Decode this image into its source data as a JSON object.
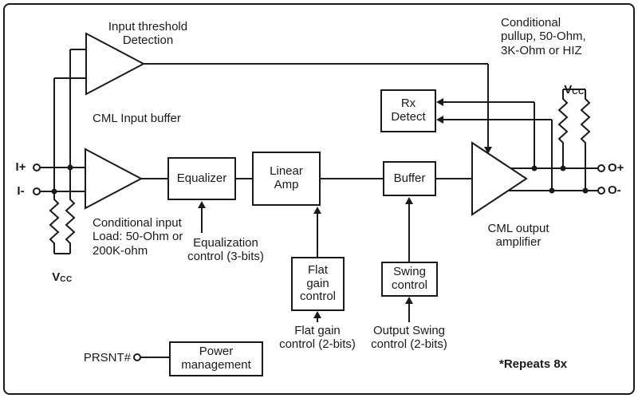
{
  "diagram": {
    "annotations": {
      "input_threshold": "Input threshold\nDetection",
      "cml_input_buffer": "CML Input buffer",
      "conditional_input_load": "Conditional input\nLoad: 50-Ohm or\n200K-ohm",
      "equalization_control": "Equalization\ncontrol (3-bits)",
      "flat_gain_control": "Flat gain\ncontrol (2-bits)",
      "output_swing_control": "Output Swing\ncontrol (2-bits)",
      "cml_output_amplifier": "CML output\namplifier",
      "conditional_pullup": "Conditional\npullup, 50-Ohm,\n3K-Ohm or HIZ",
      "repeats_note": "*Repeats 8x"
    },
    "blocks": {
      "equalizer": "Equalizer",
      "linear_amp": "Linear\nAmp",
      "buffer": "Buffer",
      "rx_detect": "Rx\nDetect",
      "flat_gain": "Flat\ngain\ncontrol",
      "swing_control": "Swing\ncontrol",
      "power_management": "Power\nmanagement"
    },
    "ports": {
      "i_plus": "I+",
      "i_minus": "I-",
      "o_plus": "O+",
      "o_minus": "O-",
      "prsnt": "PRSNT#"
    },
    "supply_label": {
      "v": "V",
      "cc": "CC"
    },
    "colors": {
      "ink": "#1a1a1a",
      "background": "#ffffff"
    }
  }
}
